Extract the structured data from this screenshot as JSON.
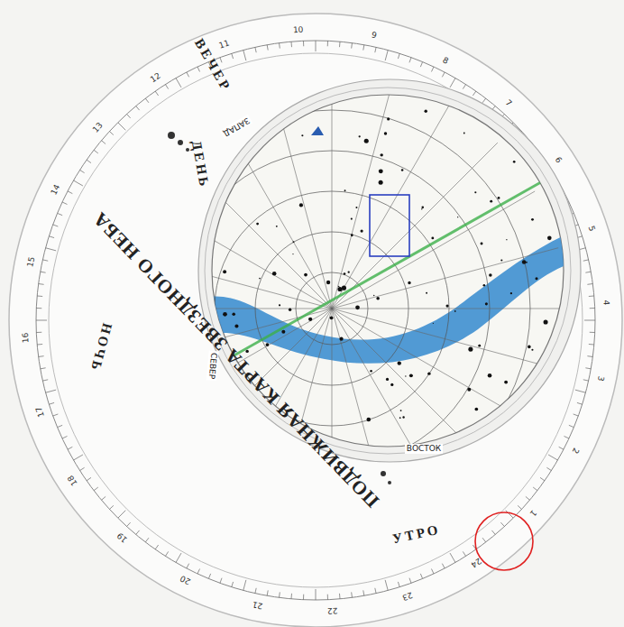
{
  "diagram": {
    "title": "ПОДВИЖНАЯ КАРТА ЗВЕЗДНОГО НЕБА",
    "labels": [
      "УТРО",
      "НОЧЬ",
      "ДЕНЬ",
      "ВЕЧЕР",
      "ЗАПАД",
      "СЕВЕР",
      "ВОСТОК",
      "1",
      "2",
      "3",
      "4",
      "5",
      "6",
      "7",
      "8",
      "9",
      "10",
      "11",
      "12",
      "13",
      "14",
      "15",
      "16",
      "17",
      "18",
      "19",
      "20",
      "21",
      "22",
      "23",
      "24"
    ]
  }
}
